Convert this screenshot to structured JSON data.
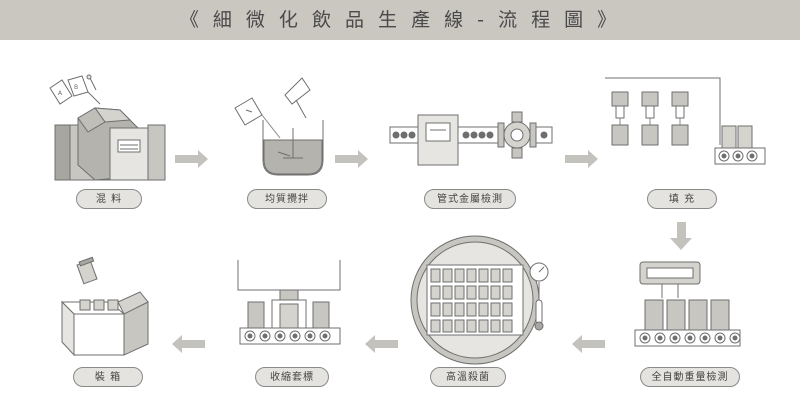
{
  "header": {
    "title": "《 細 微 化 飲 品 生 產 線 - 流 程 圖 》"
  },
  "steps": [
    {
      "label": "混  料"
    },
    {
      "label": "均質攪拌"
    },
    {
      "label": "管式金屬檢測"
    },
    {
      "label": "填  充"
    },
    {
      "label": "全自動重量檢測"
    },
    {
      "label": "高溫殺菌"
    },
    {
      "label": "收縮套標"
    },
    {
      "label": "裝  箱"
    }
  ],
  "colors": {
    "header_bg": "#c9c7c0",
    "line": "#6f6f6f",
    "fill_light": "#e6e5e1",
    "fill_mid": "#c8c6c0",
    "fill_dark": "#a8a6a0",
    "arrow": "#c4c2bc"
  }
}
